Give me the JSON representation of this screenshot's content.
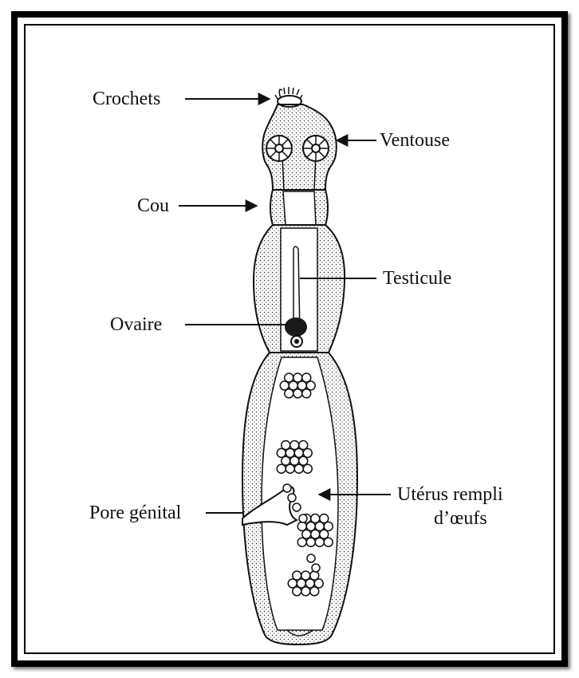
{
  "labels": {
    "crochets": "Crochets",
    "ventouse": "Ventouse",
    "cou": "Cou",
    "testicule": "Testicule",
    "ovaire": "Ovaire",
    "pore_genital": "Pore génital",
    "uterus_line1": "Utérus rempli",
    "uterus_line2": "d’œufs"
  },
  "colors": {
    "ink": "#111111",
    "frame": "#000000",
    "background": "#ffffff"
  }
}
